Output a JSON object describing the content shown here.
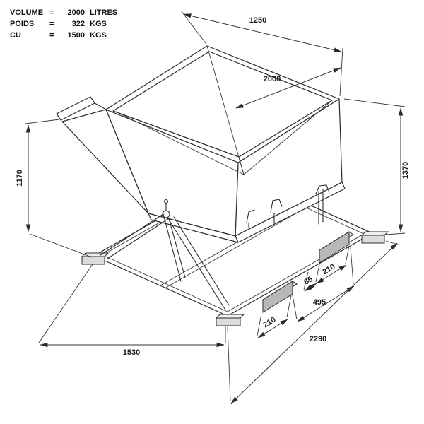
{
  "spec": {
    "rows": [
      {
        "label": "VOLUME",
        "equals": "=",
        "number": "2000",
        "unit": "LITRES"
      },
      {
        "label": "POIDS",
        "equals": "=",
        "number": "322",
        "unit": "KGS"
      },
      {
        "label": "CU",
        "equals": "=",
        "number": "1500",
        "unit": "KGS"
      }
    ]
  },
  "dims": {
    "top_width": "1250",
    "inner_length": "2000",
    "overall_height": "1370",
    "skip_height": "1170",
    "pocket_spacing": "495",
    "pocket_a_width": "210",
    "pocket_gap": "65",
    "pocket_b_width": "210",
    "base_diagonal": "2290",
    "base_width": "1530"
  },
  "colors": {
    "ink": "#2b2b2b",
    "pocket_fill": "#b8b8b8",
    "pocket_top_fill": "#d6d6d6",
    "foot_fill": "#dcdcdc",
    "foot_top_fill": "#eeeeee",
    "background": "#ffffff"
  }
}
